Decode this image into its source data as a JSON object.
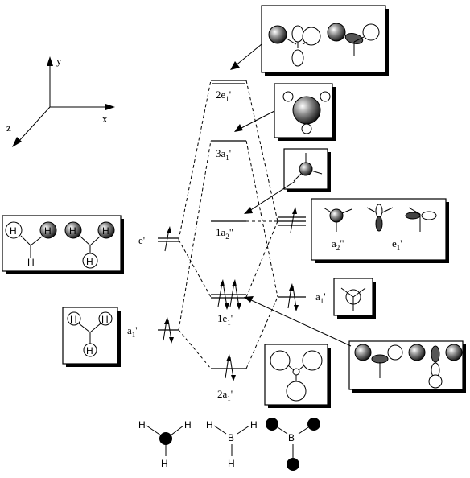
{
  "axes": {
    "x": "x",
    "y": "y",
    "z": "z"
  },
  "levels": {
    "e2_prime": {
      "base": "2e",
      "sub": "1",
      "suffix": "'"
    },
    "a3": {
      "base": "3a",
      "sub": "1",
      "suffix": "'"
    },
    "a2_nonbonding": {
      "base": "1a",
      "sub": "2",
      "suffix": "\""
    },
    "e1_prime": {
      "base": "1e",
      "sub": "1",
      "suffix": "'"
    },
    "a2_bonding": {
      "base": "2a",
      "sub": "1",
      "suffix": "'"
    }
  },
  "h3_levels": {
    "e_prime": "e'",
    "a1_prime": {
      "base": "a",
      "sub": "1",
      "suffix": "'"
    }
  },
  "boron_levels": {
    "a1_prime": {
      "base": "a",
      "sub": "1",
      "suffix": "'"
    }
  },
  "box_labels": {
    "a2pp": {
      "base": "a",
      "sub": "2",
      "suffix": "\""
    },
    "e1p": {
      "base": "e",
      "sub": "1",
      "suffix": "'"
    }
  },
  "atoms": {
    "H": "H",
    "B": "B"
  },
  "colors": {
    "line": "#000000",
    "background": "#ffffff",
    "shaded_orbital": "#333333"
  }
}
